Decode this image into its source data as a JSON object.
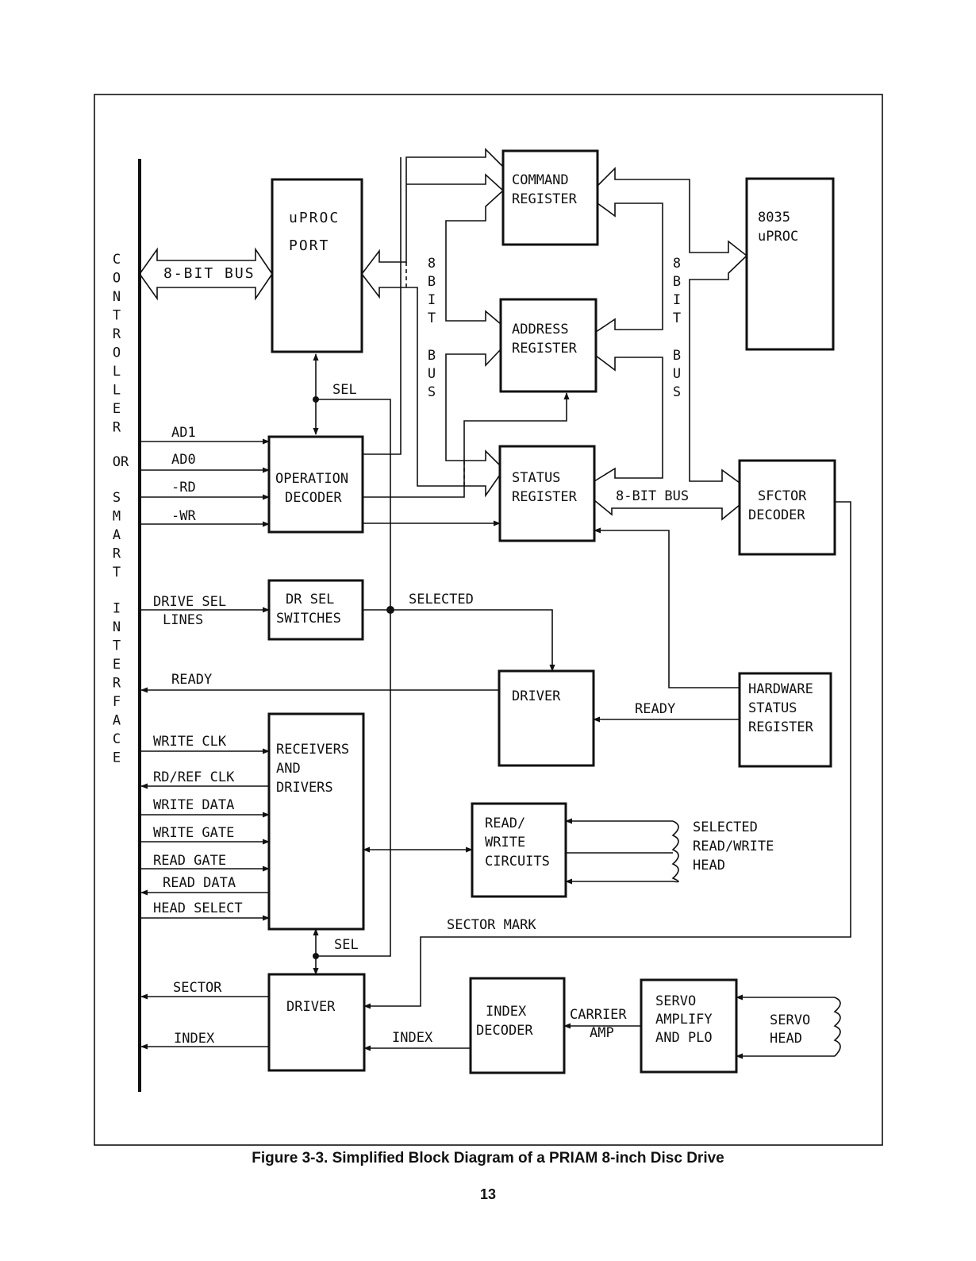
{
  "figure": {
    "caption": "Figure 3-3.    Simplified Block Diagram of a PRIAM  8-inch Disc Drive",
    "page_number": "13"
  },
  "interface": {
    "label_word1": "CONTROLLER",
    "label_word2": "OR",
    "label_word3": "SMART",
    "label_word4": "INTERFACE"
  },
  "blocks": {
    "uproc_port": [
      "uPROC",
      "PORT"
    ],
    "command_register": [
      "COMMAND",
      "REGISTER"
    ],
    "address_register": [
      "ADDRESS",
      "REGISTER"
    ],
    "status_register": [
      "STATUS",
      "REGISTER"
    ],
    "uproc_8035": [
      "8035",
      "uPROC"
    ],
    "operation_decoder": [
      "OPERATION",
      "DECODER"
    ],
    "sector_decoder": [
      "SFCTOR",
      "DECODER"
    ],
    "dr_sel_switches": [
      "DR SEL",
      "SWITCHES"
    ],
    "driver_ready": [
      "DRIVER"
    ],
    "hardware_status_register": [
      "HARDWARE",
      "STATUS",
      "REGISTER"
    ],
    "receivers_drivers": [
      "RECEIVERS",
      "AND",
      "DRIVERS"
    ],
    "read_write_circuits": [
      "READ/",
      "WRITE",
      "CIRCUITS"
    ],
    "driver_sector": [
      "DRIVER"
    ],
    "index_decoder": [
      "INDEX",
      "DECODER"
    ],
    "servo_amplify": [
      "SERVO",
      "AMPLIFY",
      "AND PLO"
    ]
  },
  "signals": {
    "bus_8bit_left": "8-BIT BUS",
    "bus_8bit_vertical1": "8BIT BUS",
    "bus_8bit_vertical2": "8BIT BUS",
    "bus_8bit_status": "8-BIT BUS",
    "sel_top": "SEL",
    "sel_bottom": "SEL",
    "ad1": "AD1",
    "ad0": "AD0",
    "rd": "-RD",
    "wr": "-WR",
    "drive_sel": [
      "DRIVE SEL",
      "LINES"
    ],
    "selected": "SELECTED",
    "ready_left": "READY",
    "ready_right": "READY",
    "write_clk": "WRITE CLK",
    "rd_ref_clk": "RD/REF CLK",
    "write_data": "WRITE DATA",
    "write_gate": "WRITE GATE",
    "read_gate": "READ GATE",
    "read_data": "READ DATA",
    "head_select": "HEAD SELECT",
    "sector_mark": "SECTOR MARK",
    "sector": "SECTOR",
    "index_left": "INDEX",
    "index_mid": "INDEX",
    "carrier_amp": [
      "CARRIER",
      "AMP"
    ],
    "rw_head": [
      "SELECTED",
      "READ/WRITE",
      "HEAD"
    ],
    "servo_head": [
      "SERVO",
      "HEAD"
    ]
  }
}
